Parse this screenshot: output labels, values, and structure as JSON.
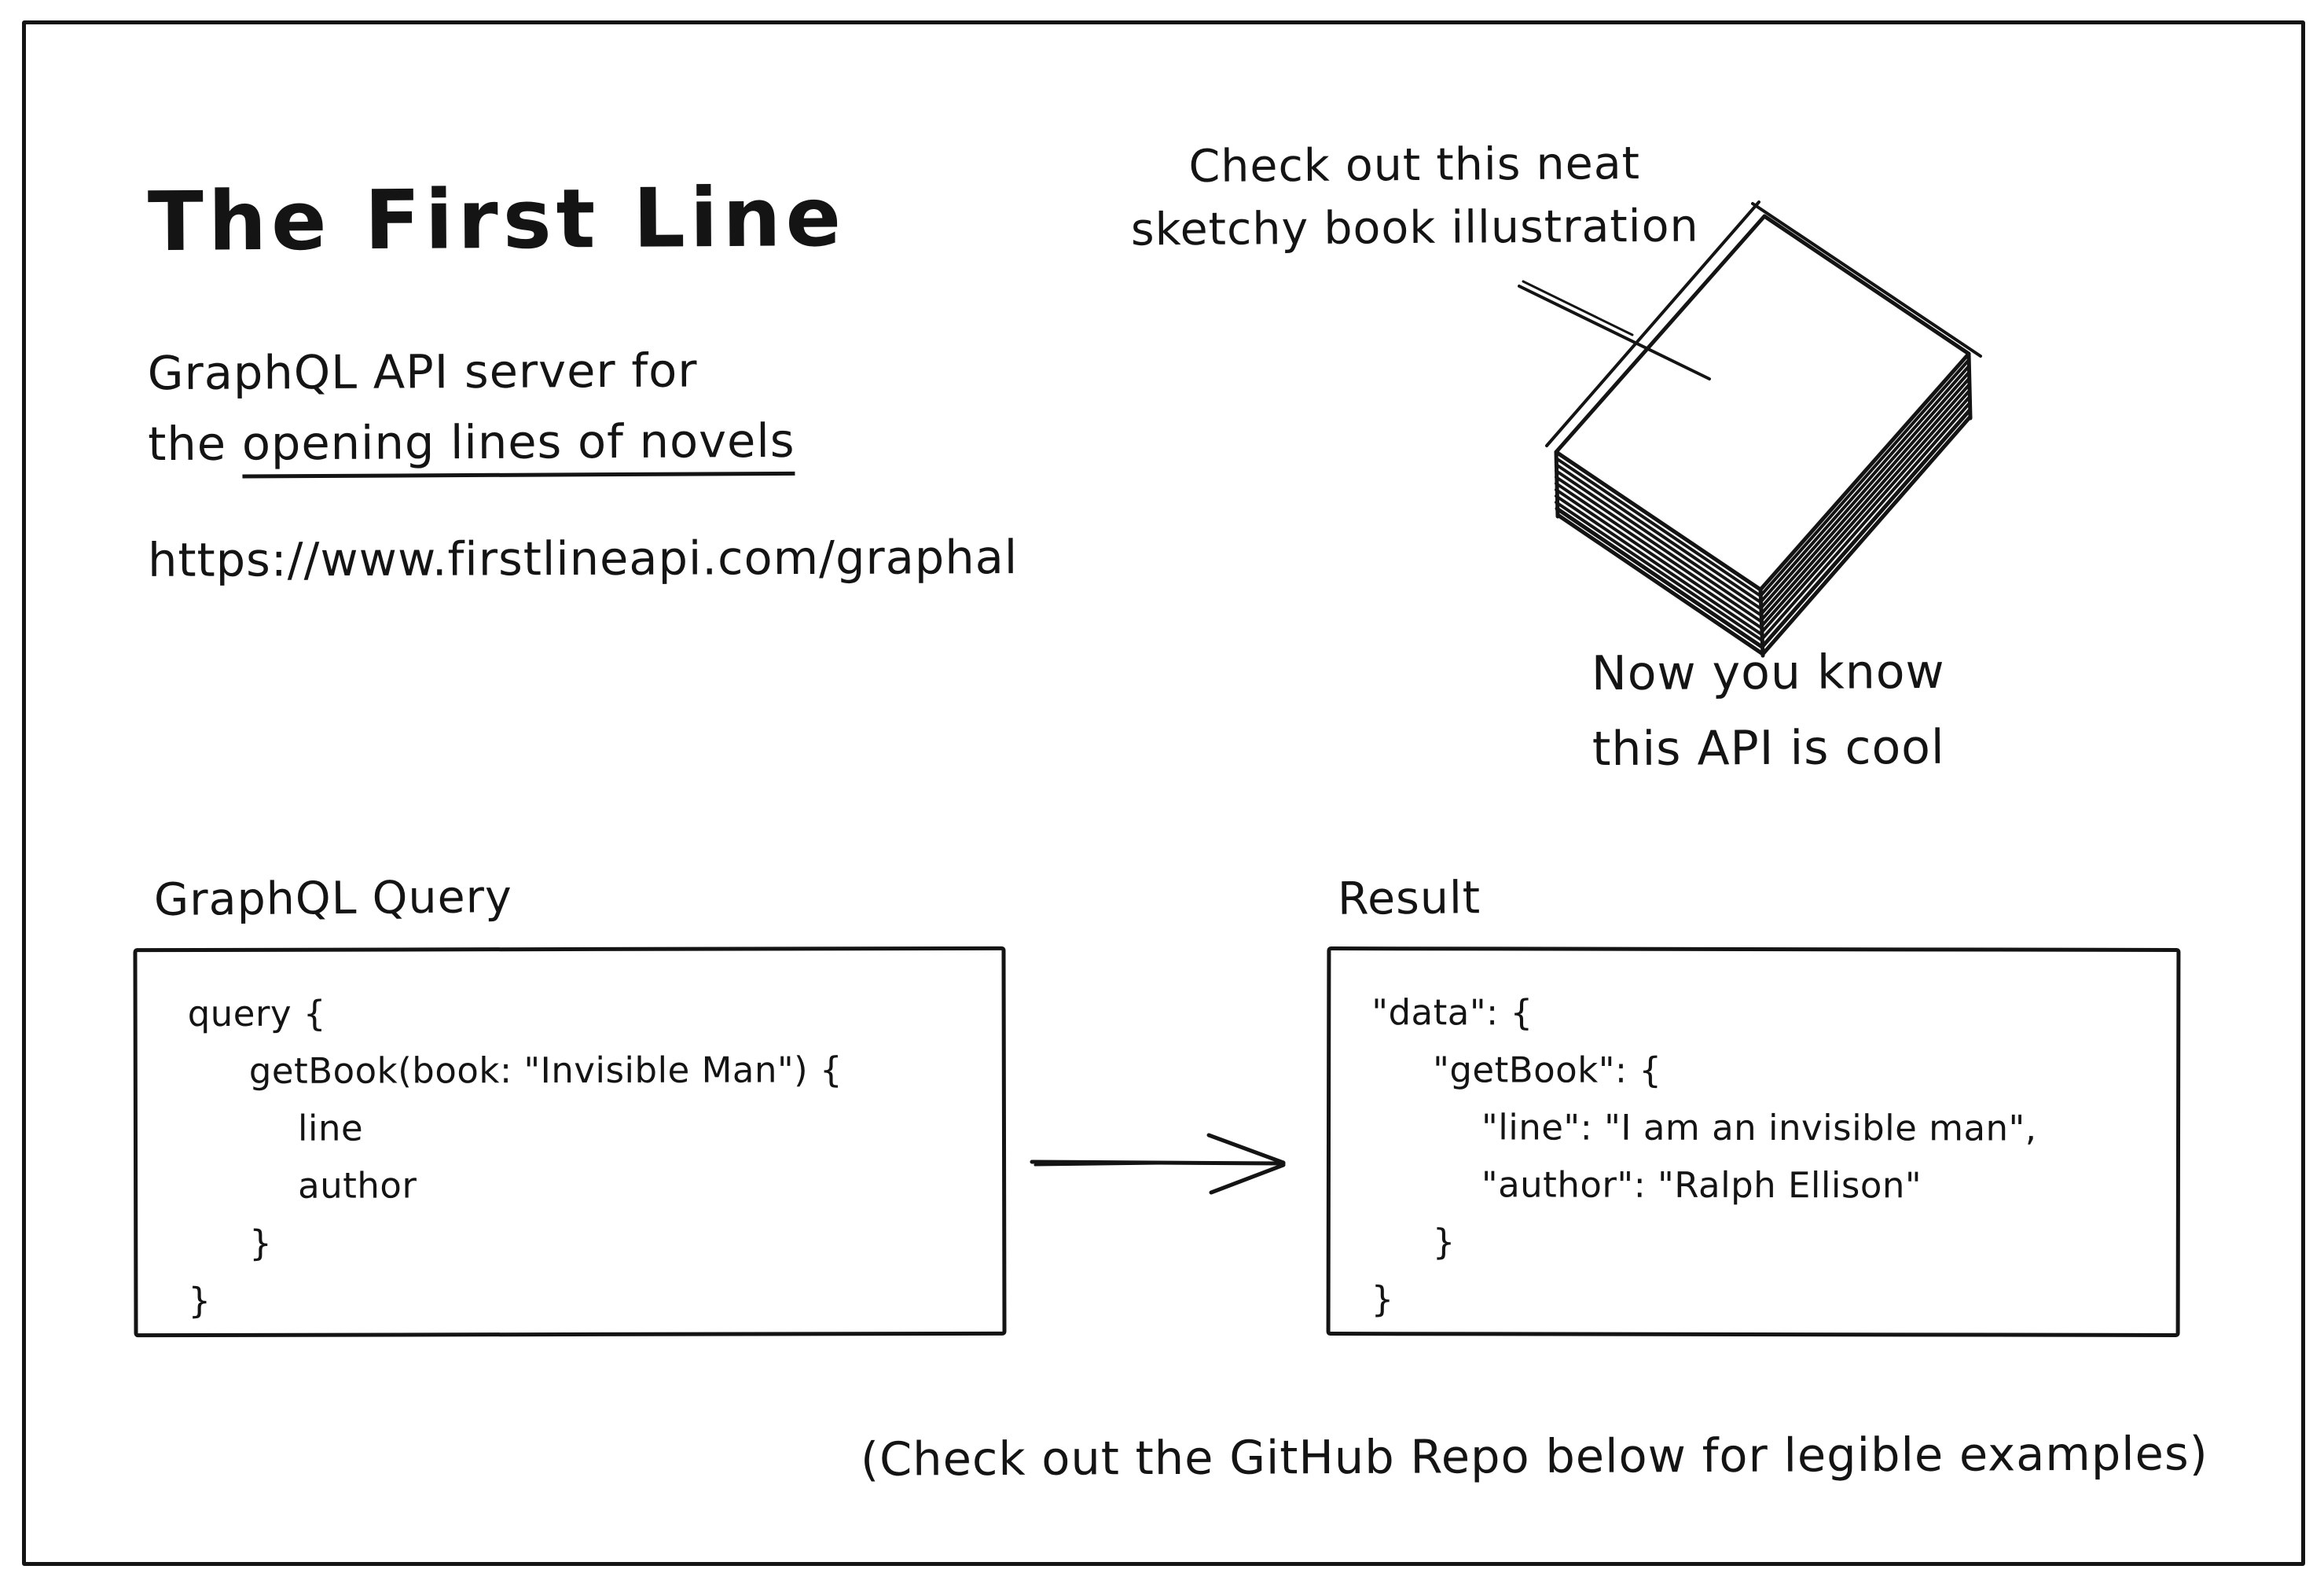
{
  "page": {
    "title": "The First Line",
    "subtitle_line1": "GraphQL API server for",
    "subtitle_line2_prefix": "the ",
    "subtitle_line2_underlined": "opening lines of novels",
    "url": "https://www.firstlineapi.com/graphal",
    "caption": "(Check out the GitHub Repo below for legible examples)"
  },
  "book_annotation": {
    "line1": "Check out this neat",
    "line2": "sketchy book illustration"
  },
  "book_caption": {
    "line1": "Now you know",
    "line2": "this API is cool"
  },
  "query_panel": {
    "label": "GraphQL Query",
    "lines": [
      {
        "text": "query {"
      },
      {
        "text": "getBook(book: \"Invisible Man\") {"
      },
      {
        "text": "line"
      },
      {
        "text": "author"
      },
      {
        "text": "}"
      },
      {
        "text": "}"
      }
    ]
  },
  "result_panel": {
    "label": "Result",
    "lines": [
      {
        "text": "\"data\": {"
      },
      {
        "text": "\"getBook\": {"
      },
      {
        "text": "\"line\": \"I am an invisible man\","
      },
      {
        "text": "\"author\": \"Ralph Ellison\""
      },
      {
        "text": "}"
      },
      {
        "text": "}"
      }
    ]
  },
  "colors": {
    "ink": "#141414",
    "background": "#ffffff"
  }
}
